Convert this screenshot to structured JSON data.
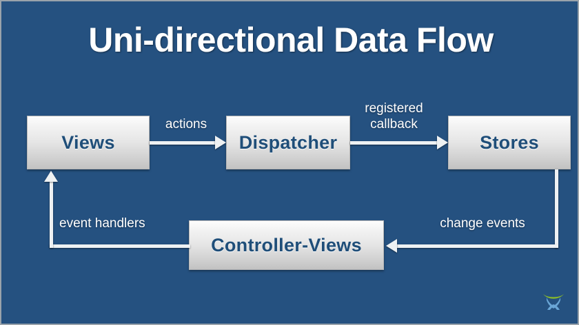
{
  "slide": {
    "title": "Uni-directional Data Flow",
    "background_color": "#255180",
    "box_text_color": "#1f4e79",
    "connector_color": "#eef1f3",
    "title_color": "#ffffff"
  },
  "diagram": {
    "nodes": [
      {
        "id": "views",
        "label": "Views"
      },
      {
        "id": "dispatcher",
        "label": "Dispatcher"
      },
      {
        "id": "stores",
        "label": "Stores"
      },
      {
        "id": "controller",
        "label": "Controller-Views"
      }
    ],
    "edges": [
      {
        "id": "views-to-dispatcher",
        "from": "views",
        "to": "dispatcher",
        "label": "actions",
        "direction": "right"
      },
      {
        "id": "dispatcher-to-stores",
        "from": "dispatcher",
        "to": "stores",
        "label": "registered\ncallback",
        "direction": "right"
      },
      {
        "id": "stores-to-controller",
        "from": "stores",
        "to": "controller",
        "label": "change events",
        "direction": "left"
      },
      {
        "id": "controller-to-views",
        "from": "controller",
        "to": "views",
        "label": "event handlers",
        "direction": "up"
      }
    ]
  },
  "logo": {
    "name": "x-logo-watermark",
    "arc_color": "#8bbe26",
    "mark_color": "#6aa6d6"
  }
}
